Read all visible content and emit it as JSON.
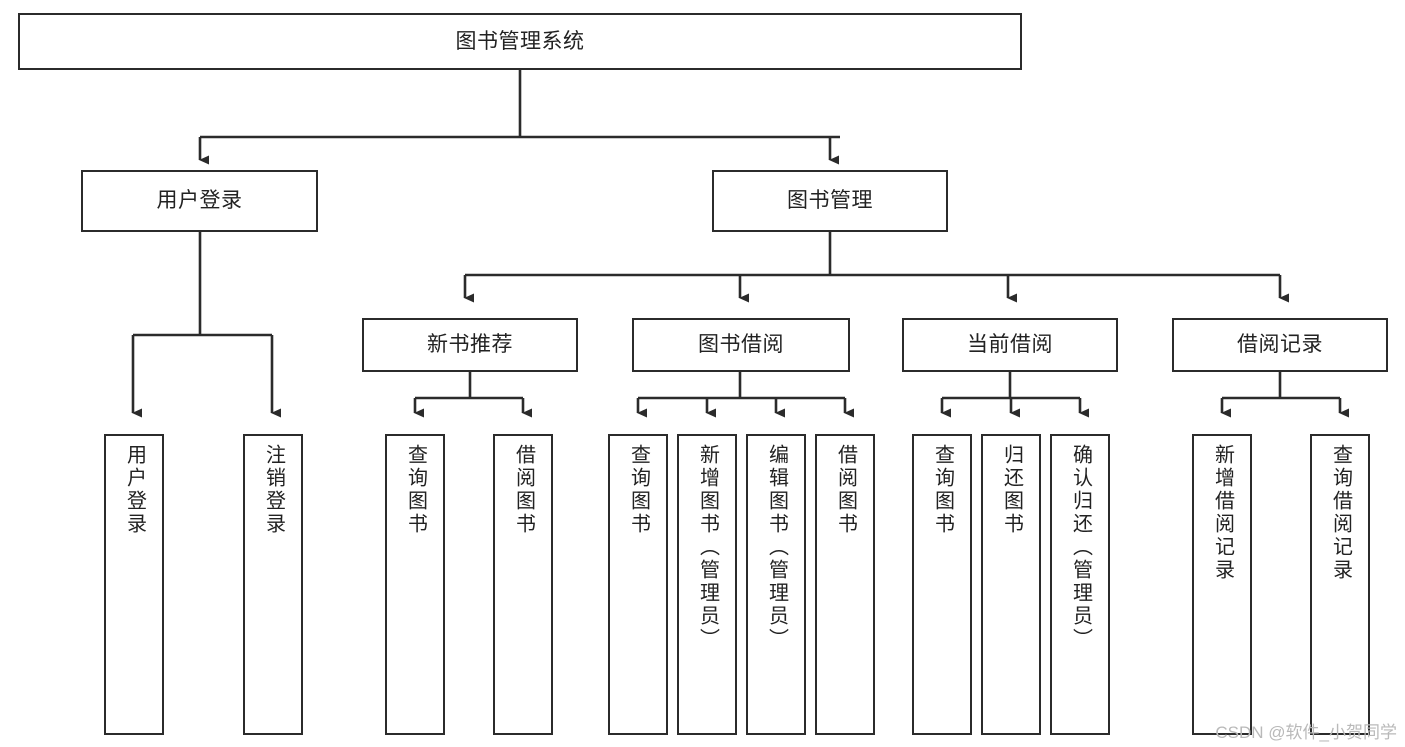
{
  "diagram": {
    "type": "tree-hierarchy-chart",
    "title": "图书管理系统",
    "line_color": "#2b2b2b",
    "box_fill": "#ffffff",
    "text_color": "#222222",
    "watermark": "CSDN @软件_小贺同学",
    "nodes": {
      "root": {
        "label": "图书管理系统"
      },
      "user_login": {
        "label": "用户登录"
      },
      "book_manage": {
        "label": "图书管理"
      },
      "new_book_rec": {
        "label": "新书推荐"
      },
      "book_borrow": {
        "label": "图书借阅"
      },
      "current_borrow": {
        "label": "当前借阅"
      },
      "borrow_record": {
        "label": "借阅记录"
      },
      "leaf_user_login": {
        "label": "用户登录"
      },
      "leaf_logout": {
        "label": "注销登录"
      },
      "leaf_query_book_1": {
        "label": "查询图书"
      },
      "leaf_borrow_book_1": {
        "label": "借阅图书"
      },
      "leaf_query_book_2": {
        "label": "查询图书"
      },
      "leaf_add_book": {
        "label": "新增图书（管理员）"
      },
      "leaf_edit_book": {
        "label": "编辑图书（管理员）"
      },
      "leaf_borrow_book_2": {
        "label": "借阅图书"
      },
      "leaf_query_book_3": {
        "label": "查询图书"
      },
      "leaf_return_book": {
        "label": "归还图书"
      },
      "leaf_confirm_return": {
        "label": "确认归还（管理员）"
      },
      "leaf_add_record": {
        "label": "新增借阅记录"
      },
      "leaf_query_record": {
        "label": "查询借阅记录"
      }
    },
    "edges": [
      {
        "from": "root",
        "to": "user_login"
      },
      {
        "from": "root",
        "to": "book_manage"
      },
      {
        "from": "user_login",
        "to": "leaf_user_login"
      },
      {
        "from": "user_login",
        "to": "leaf_logout"
      },
      {
        "from": "book_manage",
        "to": "new_book_rec"
      },
      {
        "from": "book_manage",
        "to": "book_borrow"
      },
      {
        "from": "book_manage",
        "to": "current_borrow"
      },
      {
        "from": "book_manage",
        "to": "borrow_record"
      },
      {
        "from": "new_book_rec",
        "to": "leaf_query_book_1"
      },
      {
        "from": "new_book_rec",
        "to": "leaf_borrow_book_1"
      },
      {
        "from": "book_borrow",
        "to": "leaf_query_book_2"
      },
      {
        "from": "book_borrow",
        "to": "leaf_add_book"
      },
      {
        "from": "book_borrow",
        "to": "leaf_edit_book"
      },
      {
        "from": "book_borrow",
        "to": "leaf_borrow_book_2"
      },
      {
        "from": "current_borrow",
        "to": "leaf_query_book_3"
      },
      {
        "from": "current_borrow",
        "to": "leaf_return_book"
      },
      {
        "from": "current_borrow",
        "to": "leaf_confirm_return"
      },
      {
        "from": "borrow_record",
        "to": "leaf_add_record"
      },
      {
        "from": "borrow_record",
        "to": "leaf_query_record"
      }
    ]
  }
}
